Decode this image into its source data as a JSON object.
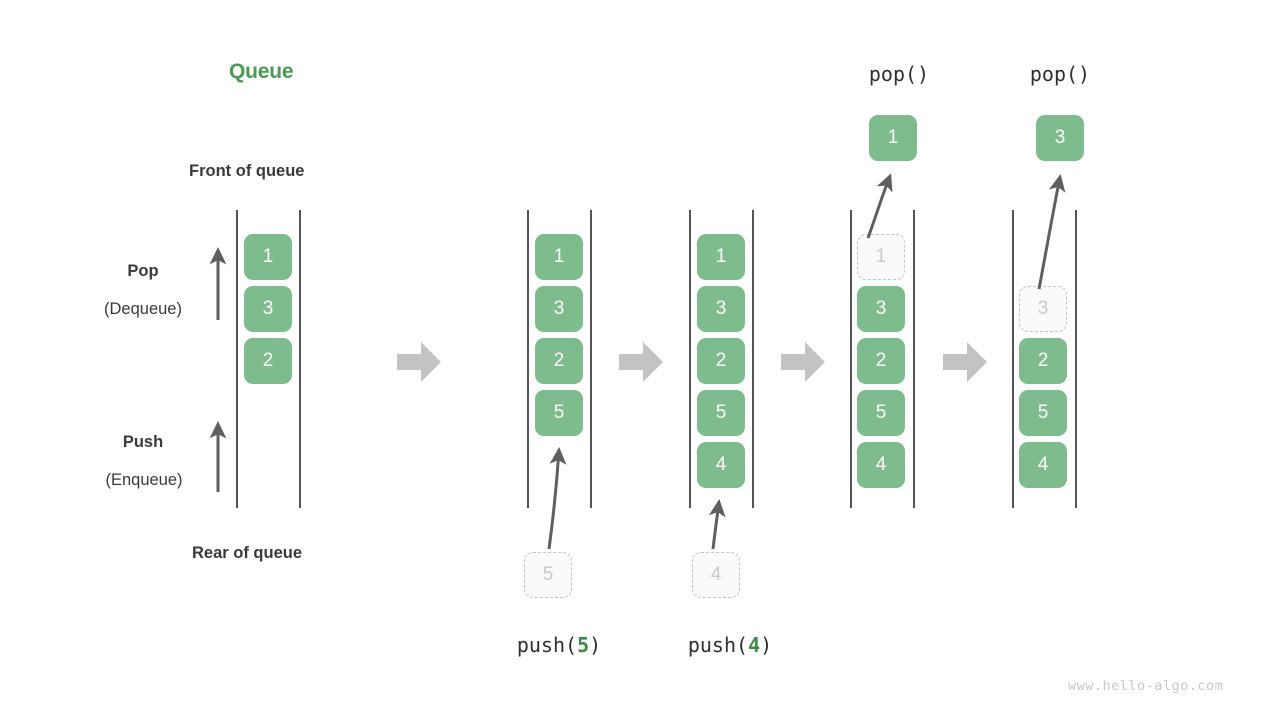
{
  "title": "Queue",
  "labels": {
    "front_of_queue": "Front of queue",
    "rear_of_queue": "Rear of queue",
    "pop_bold": "Pop",
    "pop_paren": "(Dequeue)",
    "push_bold": "Push",
    "push_paren": "(Enqueue)"
  },
  "watermark": "www.hello-algo.com",
  "colors": {
    "accent_green": "#4b9a53",
    "cell_green": "#7fbc8d",
    "ghost_border": "#c4c4c4",
    "ghost_text": "#c8c8c8",
    "rail": "#555555",
    "block_arrow": "#c3c3c3",
    "thin_arrow": "#5f5f5f",
    "text_dark": "#3a3a3a"
  },
  "steps": [
    {
      "id": "initial",
      "caption": null,
      "caption_arg": null,
      "top_label": null,
      "popped_value": null,
      "cells": [
        {
          "value": "1",
          "ghost": false
        },
        {
          "value": "3",
          "ghost": false
        },
        {
          "value": "2",
          "ghost": false
        }
      ],
      "incoming": null
    },
    {
      "id": "push-5",
      "caption": "push(",
      "caption_arg": "5",
      "caption_tail": ")",
      "top_label": null,
      "popped_value": null,
      "cells": [
        {
          "value": "1",
          "ghost": false
        },
        {
          "value": "3",
          "ghost": false
        },
        {
          "value": "2",
          "ghost": false
        },
        {
          "value": "5",
          "ghost": false
        }
      ],
      "incoming": {
        "value": "5"
      }
    },
    {
      "id": "push-4",
      "caption": "push(",
      "caption_arg": "4",
      "caption_tail": ")",
      "top_label": null,
      "popped_value": null,
      "cells": [
        {
          "value": "1",
          "ghost": false
        },
        {
          "value": "3",
          "ghost": false
        },
        {
          "value": "2",
          "ghost": false
        },
        {
          "value": "5",
          "ghost": false
        },
        {
          "value": "4",
          "ghost": false
        }
      ],
      "incoming": {
        "value": "4"
      }
    },
    {
      "id": "pop-1",
      "caption": null,
      "caption_arg": null,
      "top_label": "pop()",
      "popped_value": "1",
      "cells": [
        {
          "value": "1",
          "ghost": true
        },
        {
          "value": "3",
          "ghost": false
        },
        {
          "value": "2",
          "ghost": false
        },
        {
          "value": "5",
          "ghost": false
        },
        {
          "value": "4",
          "ghost": false
        }
      ],
      "incoming": null
    },
    {
      "id": "pop-3",
      "caption": null,
      "caption_arg": null,
      "top_label": "pop()",
      "popped_value": "3",
      "cells": [
        {
          "value": "",
          "ghost": false,
          "hidden": true
        },
        {
          "value": "3",
          "ghost": true
        },
        {
          "value": "2",
          "ghost": false
        },
        {
          "value": "5",
          "ghost": false
        },
        {
          "value": "4",
          "ghost": false
        }
      ],
      "incoming": null
    }
  ],
  "separators": [
    {
      "name": "arrow-step-1"
    },
    {
      "name": "arrow-step-2"
    },
    {
      "name": "arrow-step-3"
    },
    {
      "name": "arrow-step-4"
    }
  ]
}
